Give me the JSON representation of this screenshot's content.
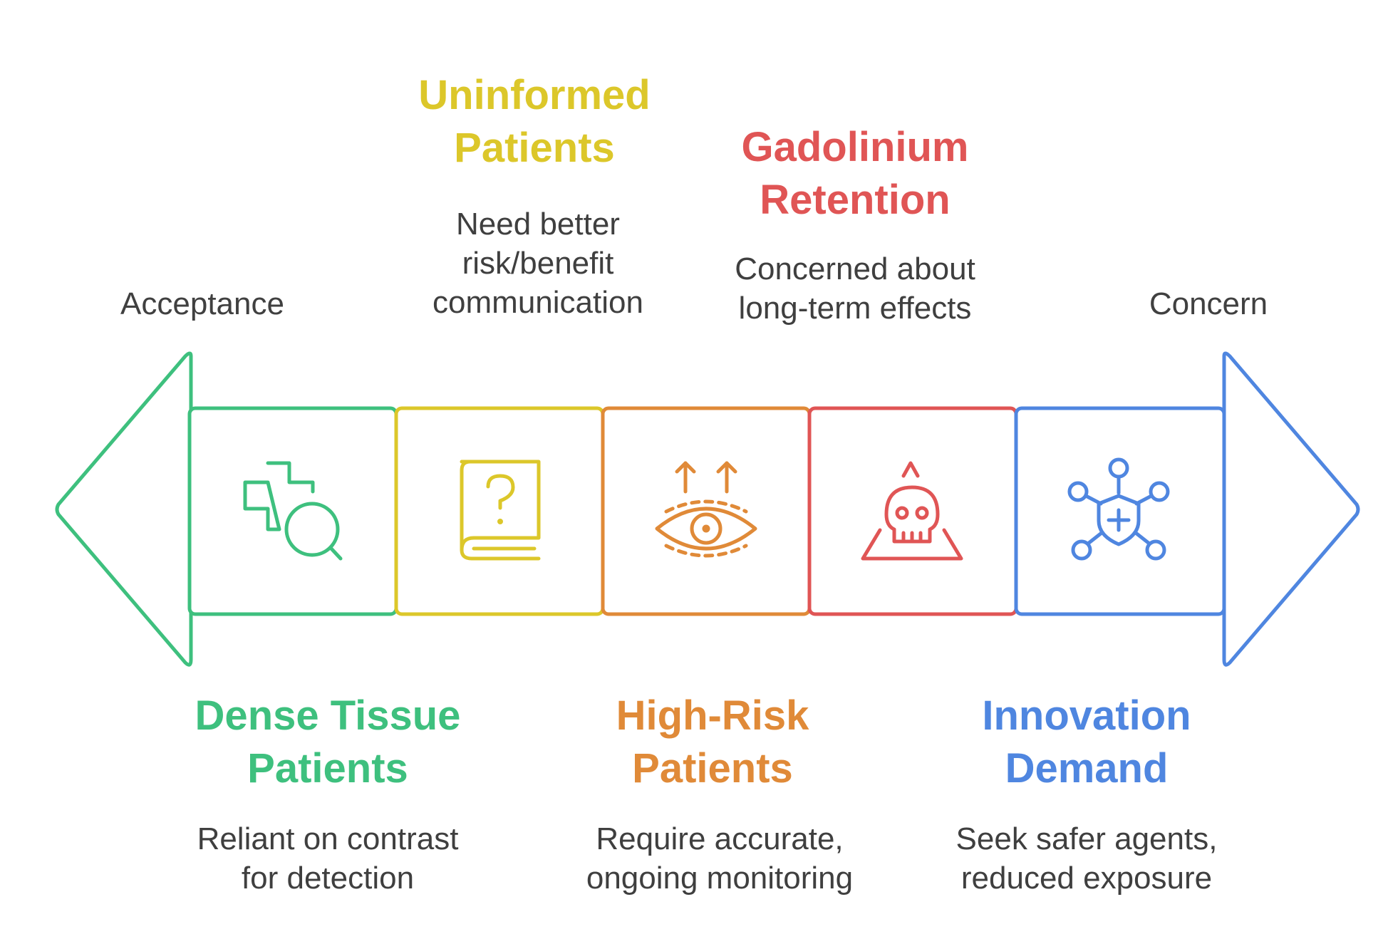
{
  "ends": {
    "left_label": "Acceptance",
    "right_label": "Concern"
  },
  "segments": [
    {
      "title": "Dense Tissue Patients",
      "description": "Reliant on contrast for detection",
      "color": "#3ec07e",
      "icon": "cross-magnifier-icon",
      "position": "below"
    },
    {
      "title": "Uninformed Patients",
      "description": "Need better risk/benefit communication",
      "color": "#dcc72a",
      "icon": "question-book-icon",
      "position": "above"
    },
    {
      "title": "High-Risk Patients",
      "description": "Require accurate, ongoing monitoring",
      "color": "#e08a38",
      "icon": "eye-arrows-icon",
      "position": "below"
    },
    {
      "title": "Gadolinium Retention",
      "description": "Concerned about long-term effects",
      "color": "#e05555",
      "icon": "skull-warning-icon",
      "position": "above"
    },
    {
      "title": "Innovation Demand",
      "description": "Seek safer agents, reduced exposure",
      "color": "#4f86e0",
      "icon": "virus-shield-icon",
      "position": "below"
    }
  ]
}
